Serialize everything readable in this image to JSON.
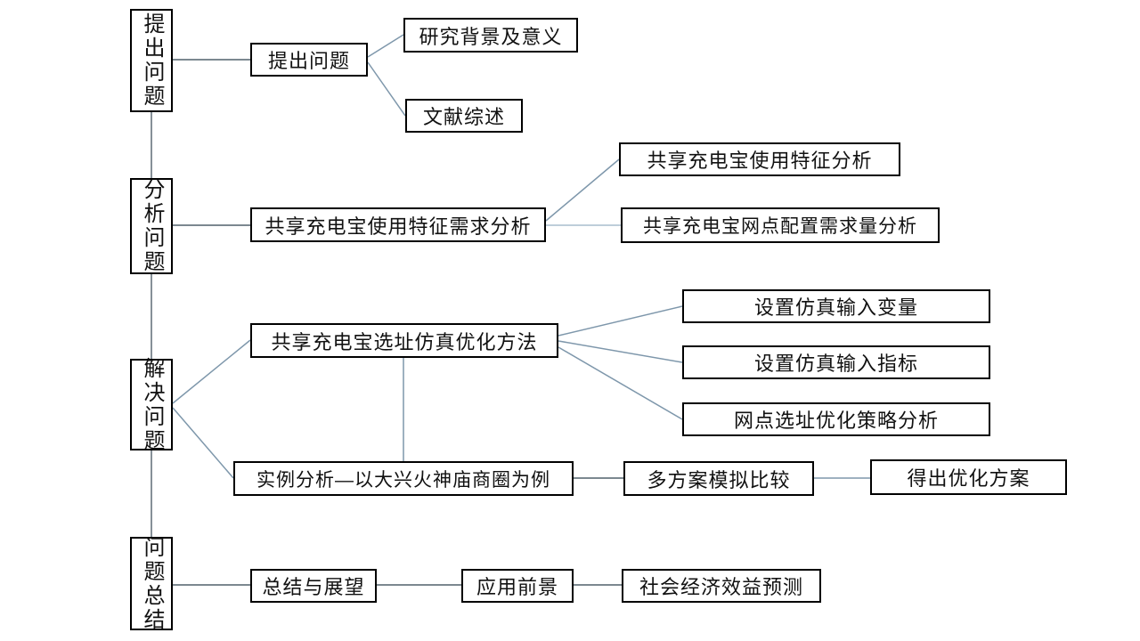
{
  "colors": {
    "background": "#ffffff",
    "box_border": "#000000",
    "text": "#111111",
    "connector_dark": "#51606c",
    "connector_mid": "#7e97ab",
    "connector_light": "#a9bdcd"
  },
  "stages": {
    "raise": "提出问题",
    "analyze": "分析问题",
    "solve": "解决问题",
    "summary": "问题总结"
  },
  "nodes": {
    "raise_main": "提出问题",
    "research_background": "研究背景及意义",
    "literature_review": "文献综述",
    "usage_demand_analysis": "共享充电宝使用特征需求分析",
    "usage_feature_analysis": "共享充电宝使用特征分析",
    "network_demand_analysis": "共享充电宝网点配置需求量分析",
    "siting_method": "共享充电宝选址仿真优化方法",
    "sim_input_variables": "设置仿真输入变量",
    "sim_input_indicators": "设置仿真输入指标",
    "siting_strategy_analysis": "网点选址优化策略分析",
    "case_study": "实例分析—以大兴火神庙商圈为例",
    "multi_scheme_comparison": "多方案模拟比较",
    "optimal_scheme": "得出优化方案",
    "summary_outlook": "总结与展望",
    "application_prospect": "应用前景",
    "socioeconomic_benefit": "社会经济效益预测"
  }
}
